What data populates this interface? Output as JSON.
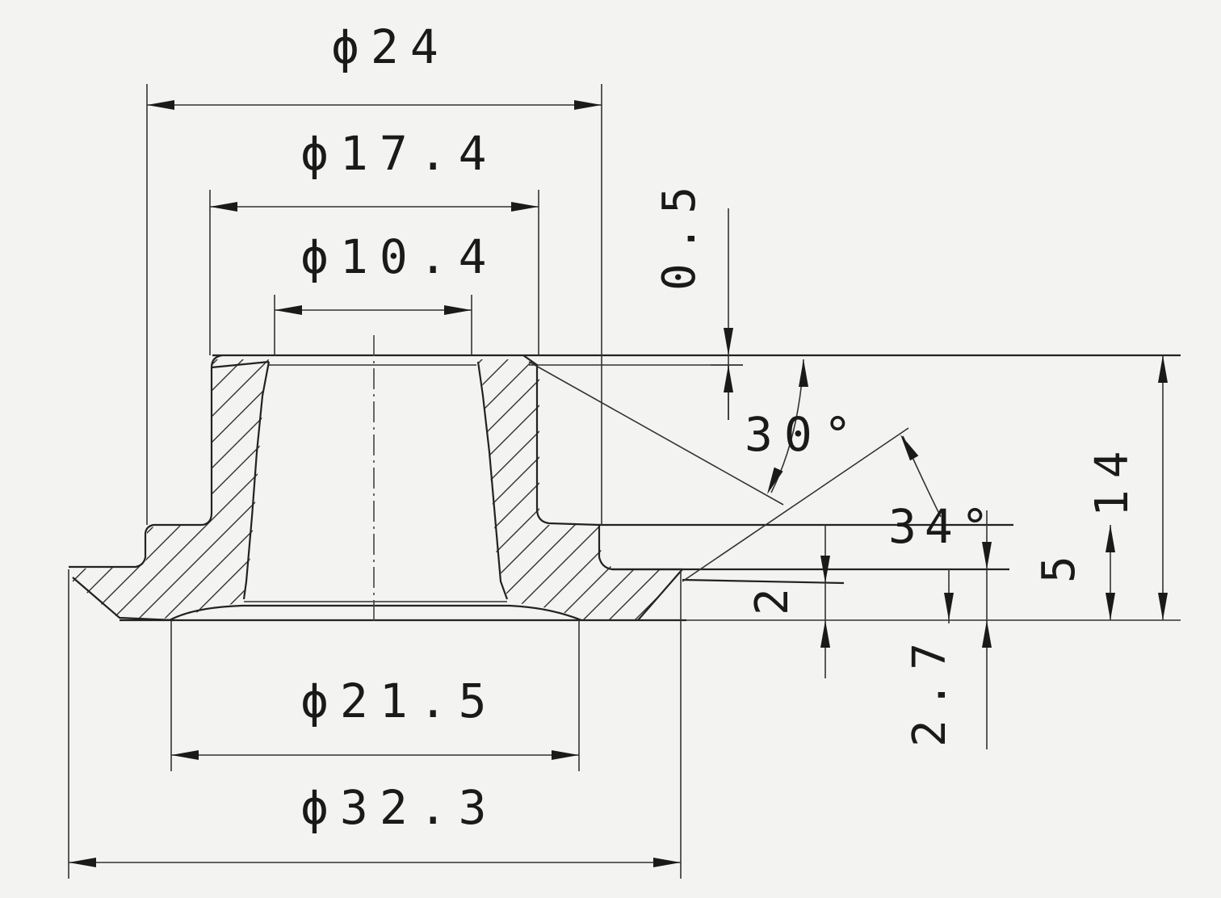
{
  "drawing": {
    "dimensions": {
      "dia_24": "ϕ24",
      "dia_17_4": "ϕ17.4",
      "dia_10_4": "ϕ10.4",
      "dia_21_5": "ϕ21.5",
      "dia_32_3": "ϕ32.3",
      "h_0_5": "0.5",
      "angle_30": "30°",
      "angle_34": "34°",
      "h_14": "14",
      "h_5": "5",
      "h_2": "2",
      "h_2_7": "2.7"
    }
  }
}
